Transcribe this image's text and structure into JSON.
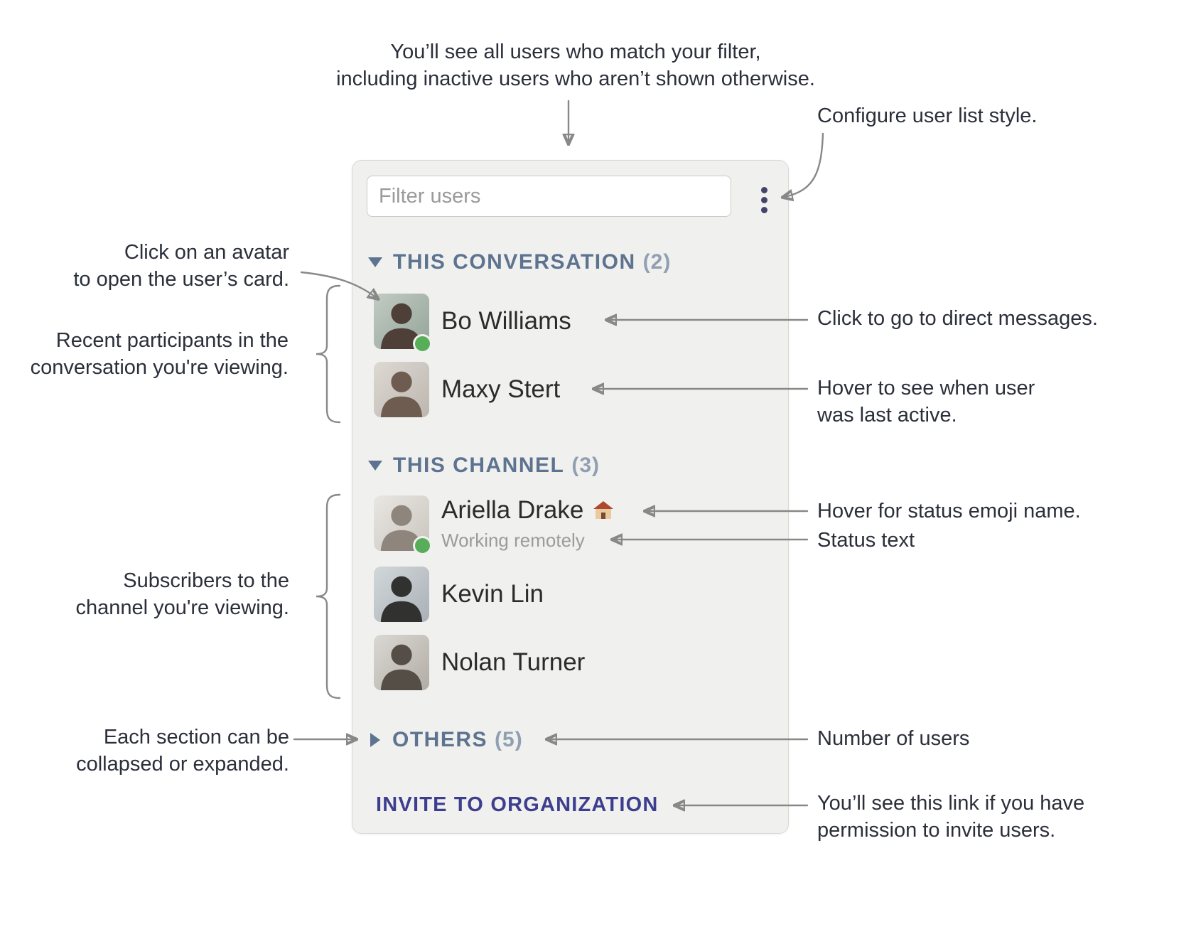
{
  "colors": {
    "panel_bg": "#f0f0ef",
    "panel_border": "#d8d8d6",
    "section_header": "#5d7390",
    "section_count": "#90a0b2",
    "user_name": "#2b2b2b",
    "status_text_gray": "#9b9b9b",
    "invite_link": "#3e3e8f",
    "kebab_icon": "#44446a",
    "presence_online_green": "#58ad58",
    "annotation_text": "#2b2f3a",
    "connector_line": "#888888"
  },
  "panel": {
    "filter": {
      "placeholder": "Filter users"
    },
    "menu_icon": "kebab-vertical-icon",
    "sections": [
      {
        "label": "THIS CONVERSATION",
        "count": "(2)",
        "state": "expanded",
        "users": [
          {
            "name": "Bo Williams",
            "online": true
          },
          {
            "name": "Maxy Stert",
            "online": false
          }
        ]
      },
      {
        "label": "THIS CHANNEL",
        "count": "(3)",
        "state": "expanded",
        "users": [
          {
            "name": "Ariella Drake",
            "status_emoji": "🏠",
            "status_text": "Working remotely",
            "online": true
          },
          {
            "name": "Kevin Lin",
            "online": false
          },
          {
            "name": "Nolan Turner",
            "online": false
          }
        ]
      },
      {
        "label": "OTHERS",
        "count": "(5)",
        "state": "collapsed",
        "users": []
      }
    ],
    "invite_link": "INVITE TO ORGANIZATION"
  },
  "annotations": {
    "filter_note": "You’ll see all users who match your filter,\nincluding inactive users who aren’t shown otherwise.",
    "configure_style": "Configure user list style.",
    "avatar_card": "Click on an avatar\nto open the user’s card.",
    "recent_participants": "Recent participants in the\nconversation you're viewing.",
    "direct_messages": "Click to go to direct messages.",
    "last_active": "Hover to see when user\nwas last active.",
    "status_emoji_name": "Hover for status emoji name.",
    "status_text_label": "Status text",
    "subscribers": "Subscribers to the\nchannel you're viewing.",
    "collapse_expand": "Each section can be\ncollapsed or expanded.",
    "number_of_users": "Number of users",
    "invite_permission": "You’ll see this link if you have\npermission to invite users."
  }
}
